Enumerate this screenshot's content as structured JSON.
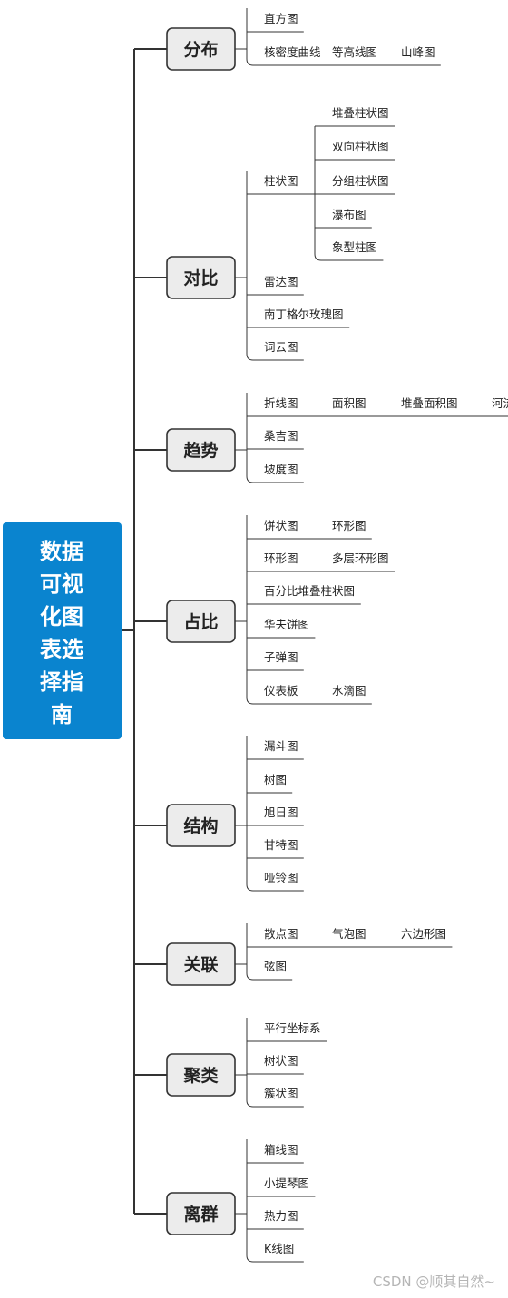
{
  "root": {
    "lines": [
      "数据",
      "可视",
      "化图",
      "表选",
      "择指",
      "南"
    ],
    "color": "#0a84cf"
  },
  "categories": [
    {
      "label": "分布",
      "rows": [
        {
          "items": [
            "直方图"
          ]
        },
        {
          "items": [
            "核密度曲线",
            "等高线图",
            "山峰图"
          ]
        }
      ]
    },
    {
      "label": "对比",
      "rows": [
        {
          "items": [
            "柱状图"
          ],
          "children": [
            "堆叠柱状图",
            "双向柱状图",
            "分组柱状图",
            "瀑布图",
            "象型柱图"
          ]
        },
        {
          "items": [
            "雷达图"
          ]
        },
        {
          "items": [
            "南丁格尔玫瑰图"
          ]
        },
        {
          "items": [
            "词云图"
          ]
        }
      ]
    },
    {
      "label": "趋势",
      "rows": [
        {
          "items": [
            "折线图",
            "面积图",
            "堆叠面积图",
            "河流图"
          ]
        },
        {
          "items": [
            "桑吉图"
          ]
        },
        {
          "items": [
            "坡度图"
          ]
        }
      ]
    },
    {
      "label": "占比",
      "rows": [
        {
          "items": [
            "饼状图",
            "环形图"
          ]
        },
        {
          "items": [
            "环形图",
            "多层环形图"
          ]
        },
        {
          "items": [
            "百分比堆叠柱状图"
          ]
        },
        {
          "items": [
            "华夫饼图"
          ]
        },
        {
          "items": [
            "子弹图"
          ]
        },
        {
          "items": [
            "仪表板",
            "水滴图"
          ]
        }
      ]
    },
    {
      "label": "结构",
      "rows": [
        {
          "items": [
            "漏斗图"
          ]
        },
        {
          "items": [
            "树图"
          ]
        },
        {
          "items": [
            "旭日图"
          ]
        },
        {
          "items": [
            "甘特图"
          ]
        },
        {
          "items": [
            "哑铃图"
          ]
        }
      ]
    },
    {
      "label": "关联",
      "rows": [
        {
          "items": [
            "散点图",
            "气泡图",
            "六边形图"
          ]
        },
        {
          "items": [
            "弦图"
          ]
        }
      ]
    },
    {
      "label": "聚类",
      "rows": [
        {
          "items": [
            "平行坐标系"
          ]
        },
        {
          "items": [
            "树状图"
          ]
        },
        {
          "items": [
            "簇状图"
          ]
        }
      ]
    },
    {
      "label": "离群",
      "rows": [
        {
          "items": [
            "箱线图"
          ]
        },
        {
          "items": [
            "小提琴图"
          ]
        },
        {
          "items": [
            "热力图"
          ]
        },
        {
          "items": [
            "K线图"
          ]
        }
      ]
    }
  ],
  "watermark": "CSDN @顺其自然~"
}
